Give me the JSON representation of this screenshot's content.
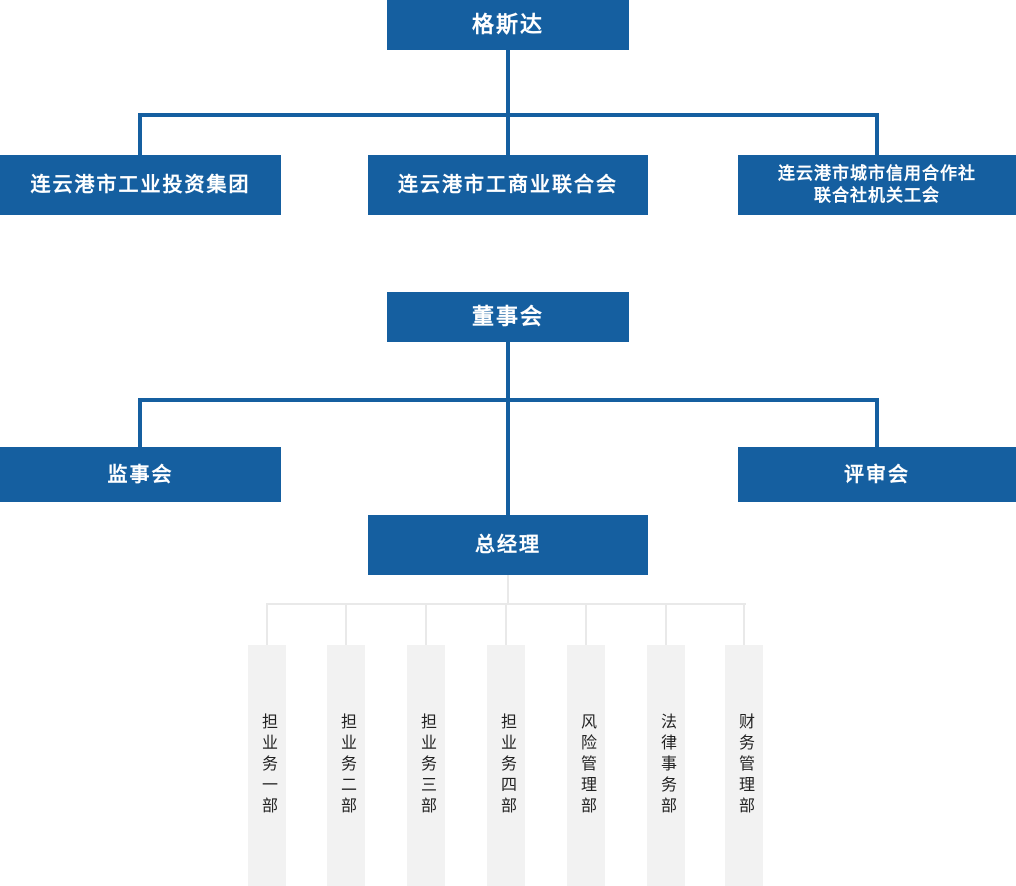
{
  "colors": {
    "primary": "#155fa0",
    "dept-bg": "#f2f2f2",
    "connector-gray": "#e9e9e9",
    "text-on-primary": "#ffffff",
    "dept-text": "#222222"
  },
  "org": {
    "root": "格斯达",
    "level1": {
      "left": "连云港市工业投资集团",
      "center": "连云港市工商业联合会",
      "right_line1": "连云港市城市信用合作社",
      "right_line2": "联合社机关工会"
    },
    "board": "董事会",
    "level2": {
      "left": "监事会",
      "center": "总经理",
      "right": "评审会"
    },
    "departments": [
      "担业务一部",
      "担业务二部",
      "担业务三部",
      "担业务四部",
      "风险管理部",
      "法律事务部",
      "财务管理部"
    ]
  }
}
